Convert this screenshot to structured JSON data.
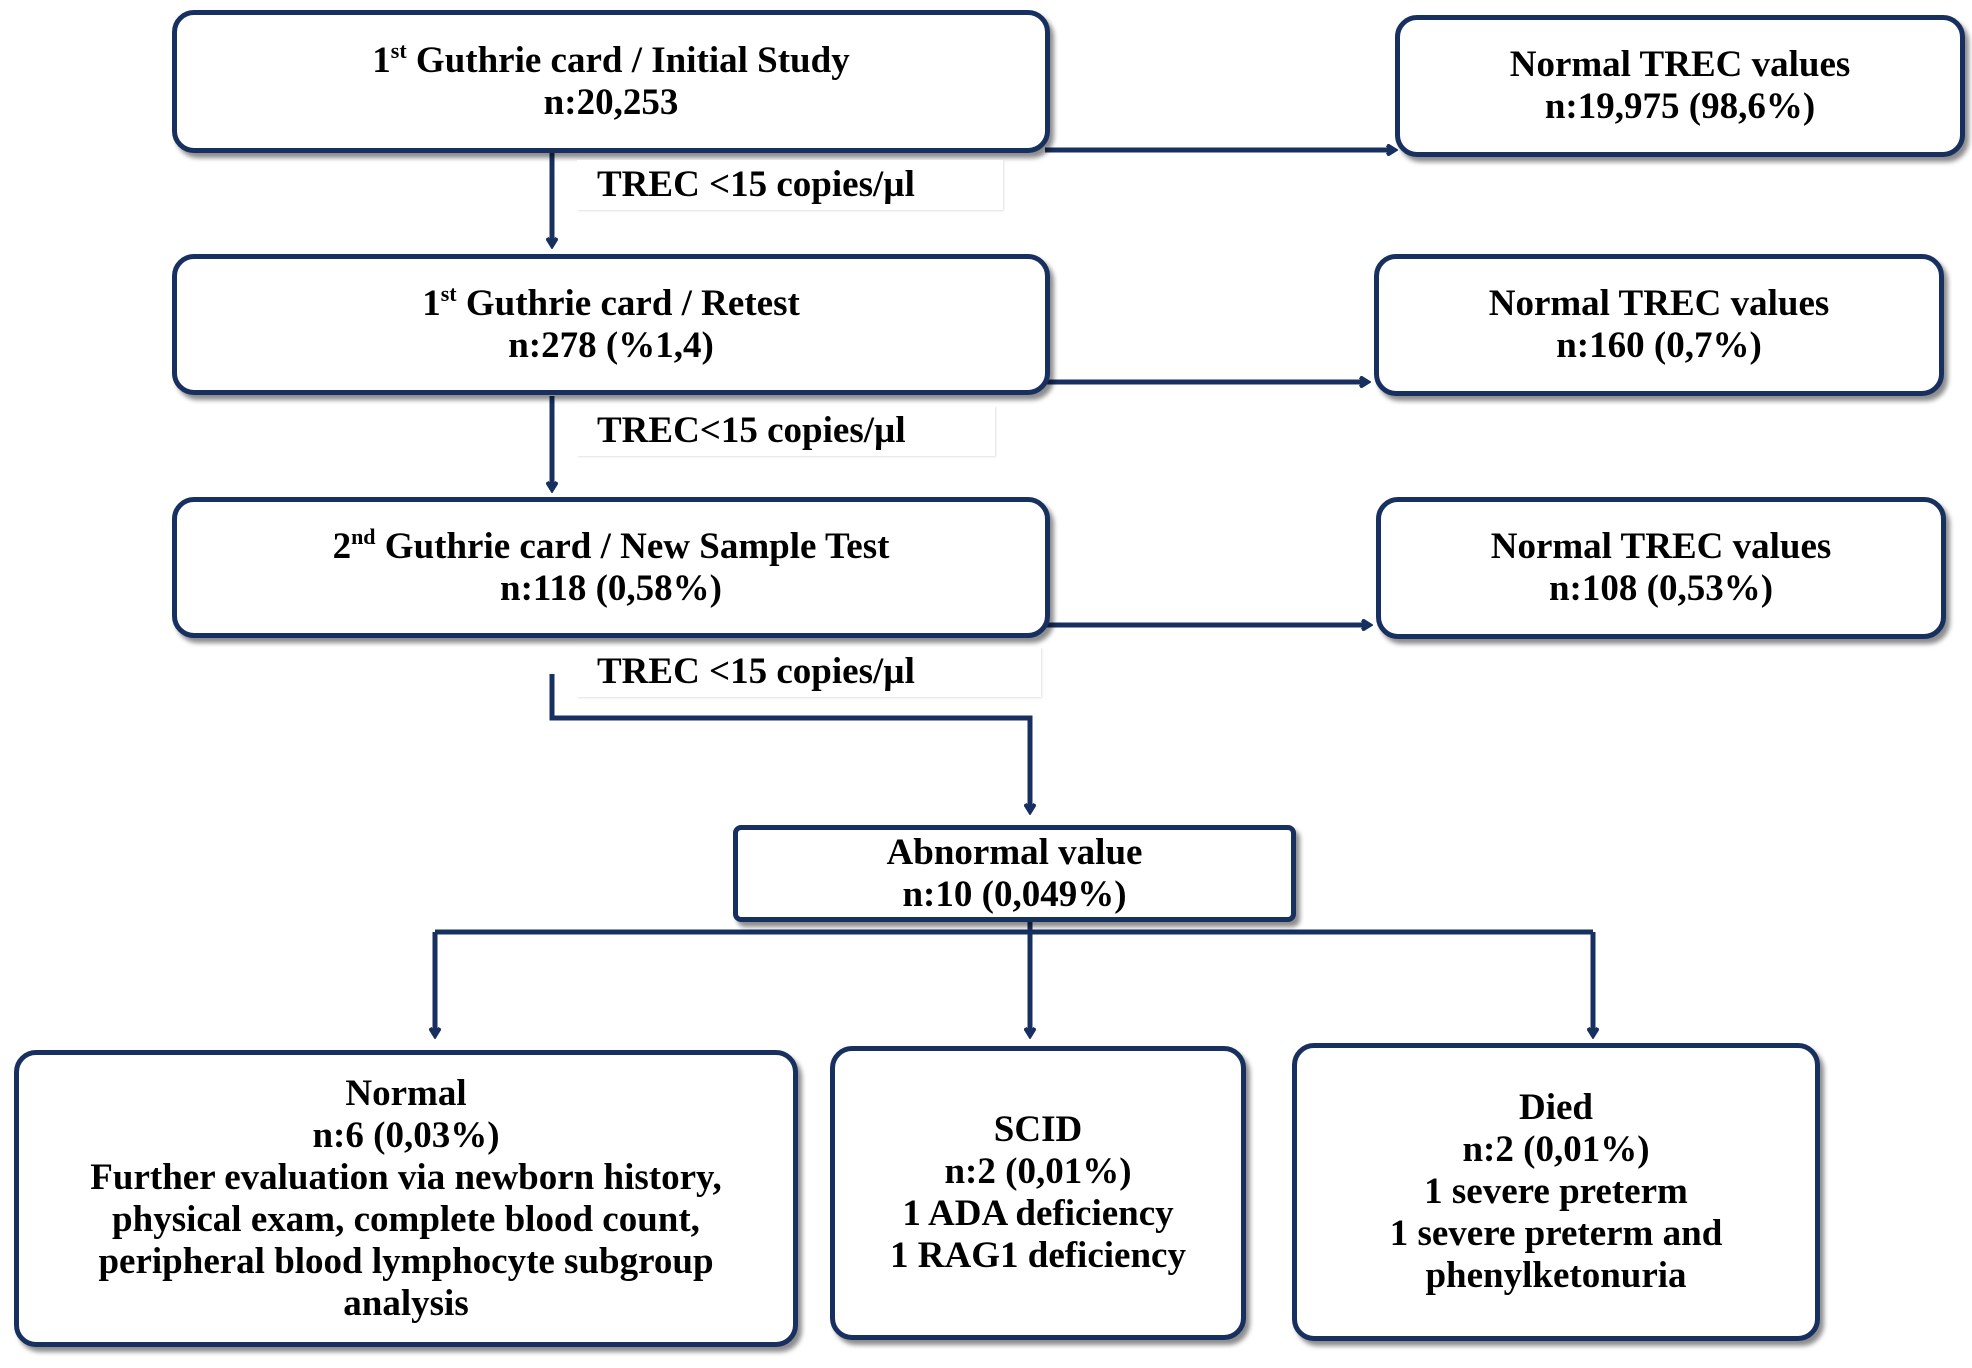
{
  "colors": {
    "line": "#17305f",
    "text": "#000000"
  },
  "boxes": {
    "initial": {
      "prefix": "1",
      "sup": "st",
      "title": " Guthrie card / Initial Study",
      "count": "n:20,253"
    },
    "normal1": {
      "title": "Normal TREC values",
      "count": "n:19,975 (98,6%)"
    },
    "retest": {
      "prefix": "1",
      "sup": "st",
      "title": " Guthrie card / Retest",
      "count": "n:278 (%1,4)"
    },
    "normal2": {
      "title": "Normal TREC values",
      "count": "n:160 (0,7%)"
    },
    "newsample": {
      "prefix": "2",
      "sup": "nd",
      "title": " Guthrie card / New Sample Test",
      "count": "n:118 (0,58%)"
    },
    "normal3": {
      "title": "Normal TREC values",
      "count": "n:108 (0,53%)"
    },
    "abnormal": {
      "title": "Abnormal value",
      "count": "n:10 (0,049%)"
    },
    "outcome_normal": {
      "title": "Normal",
      "count": "n:6 (0,03%)",
      "details": [
        "Further evaluation via newborn history,",
        "physical exam, complete blood count,",
        "peripheral blood lymphocyte subgroup",
        "analysis"
      ]
    },
    "outcome_scid": {
      "title": "SCID",
      "count": "n:2 (0,01%)",
      "details": [
        "1 ADA deficiency",
        "1 RAG1 deficiency"
      ]
    },
    "outcome_died": {
      "title": "Died",
      "count": "n:2 (0,01%)",
      "details": [
        "1 severe preterm",
        "1 severe preterm and",
        "phenylketonuria"
      ]
    }
  },
  "labels": {
    "trec1": "TREC <15 copies/µl",
    "trec2": "TREC<15 copies/µl",
    "trec3": "TREC <15 copies/µl"
  }
}
